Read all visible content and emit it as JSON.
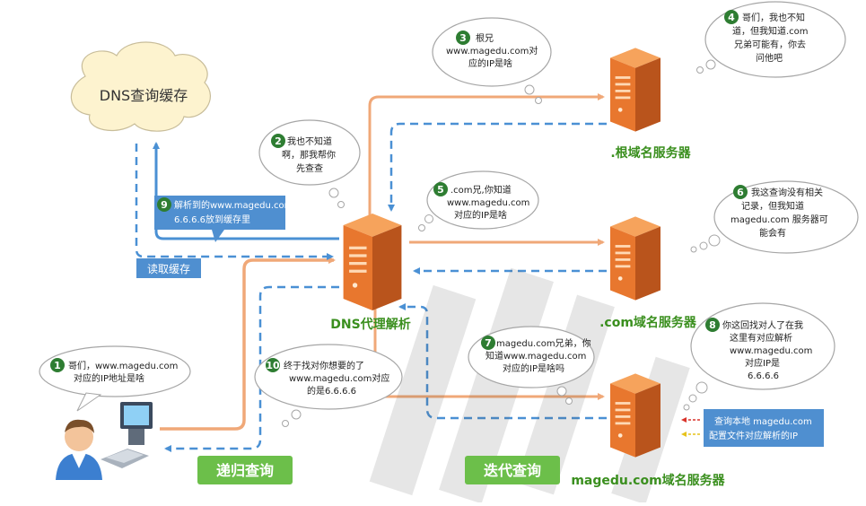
{
  "cache": {
    "label": "DNS查询缓存",
    "read_label": "读取缓存"
  },
  "servers": {
    "proxy": "DNS代理解析",
    "root": ".根域名服务器",
    "com": ".com域名服务器",
    "magedu": "magedu.com域名服务器"
  },
  "modes": {
    "recursive": "递归查询",
    "iterative": "迭代查询"
  },
  "steps": [
    {
      "n": "1",
      "lines": [
        "哥们，www.magedu.com",
        "对应的IP地址是啥"
      ]
    },
    {
      "n": "2",
      "lines": [
        "我也不知道",
        "啊，那我帮你",
        "先查查"
      ]
    },
    {
      "n": "3",
      "lines": [
        "根兄",
        "www.magedu.com对",
        "应的IP是啥"
      ]
    },
    {
      "n": "4",
      "lines": [
        "哥们，我也不知",
        "道，但我知道.com",
        "兄弟可能有，你去",
        "问他吧"
      ]
    },
    {
      "n": "5",
      "lines": [
        ".com兄,你知道",
        "www.magedu.com",
        "对应的IP是啥"
      ]
    },
    {
      "n": "6",
      "lines": [
        "我这查询没有相关",
        "记录，但我知道",
        "magedu.com 服务器可",
        "能会有"
      ]
    },
    {
      "n": "7",
      "lines": [
        "magedu.com兄弟，你",
        "知道www.magedu.com",
        "对应的IP是啥吗"
      ]
    },
    {
      "n": "8",
      "lines": [
        "你这回找对人了在我",
        "这里有对应解析",
        "www.magedu.com",
        "对应IP是",
        "6.6.6.6"
      ]
    },
    {
      "n": "9",
      "lines": [
        "解析到的www.magedu.com",
        "6.6.6.6放到缓存里"
      ]
    },
    {
      "n": "10",
      "lines": [
        "终于找对你想要的了",
        "www.magedu.com对应",
        "的是6.6.6.6"
      ]
    }
  ],
  "local_lookup": [
    "查询本地 magedu.com",
    "配置文件对应解析的IP"
  ],
  "colors": {
    "request": "#f0a878",
    "response": "#4a90d4",
    "server": "#e8772e",
    "green": "#3a8f1e",
    "step_badge": "#2e7d32",
    "button": "#6cbf4a",
    "info_box": "#4f8fd0"
  }
}
